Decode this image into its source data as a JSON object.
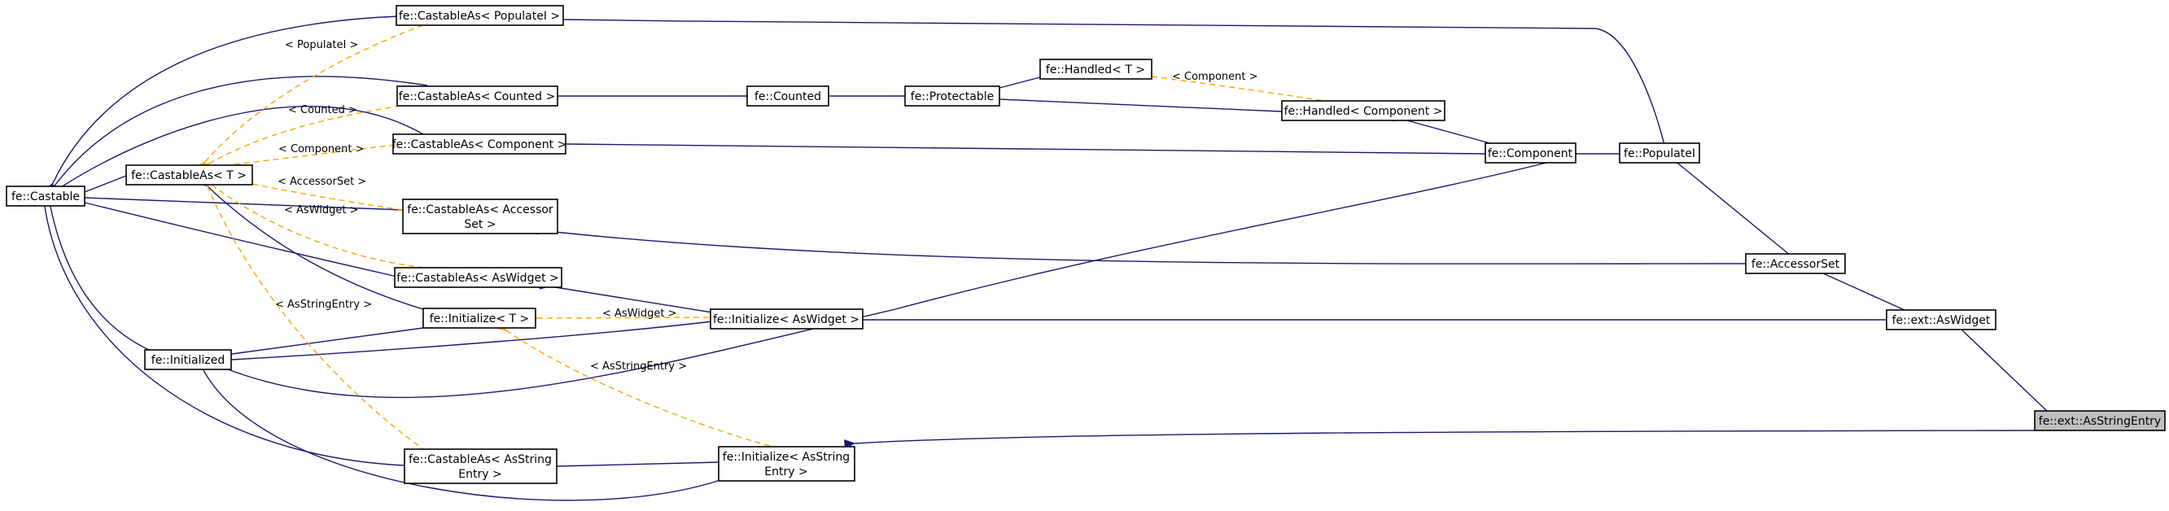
{
  "colors": {
    "inherit_edge": "#191970",
    "template_edge": "#ffa500",
    "highlight_fill": "#bfbfbf"
  },
  "nodes": {
    "castable": [
      "fe::Castable"
    ],
    "castable_t": [
      "fe::CastableAs< T >"
    ],
    "initialized": [
      "fe::Initialized"
    ],
    "castable_populatei": [
      "fe::CastableAs< PopulateI >"
    ],
    "castable_counted": [
      "fe::CastableAs< Counted >"
    ],
    "castable_component": [
      "fe::CastableAs< Component >"
    ],
    "castable_accessorset": [
      "fe::CastableAs< Accessor",
      "Set >"
    ],
    "castable_aswidget": [
      "fe::CastableAs< AsWidget >"
    ],
    "initialize_t": [
      "fe::Initialize< T >"
    ],
    "castable_asstringentry": [
      "fe::CastableAs< AsString",
      "Entry >"
    ],
    "counted": [
      "fe::Counted"
    ],
    "initialize_aswidget": [
      "fe::Initialize< AsWidget >"
    ],
    "initialize_asstringentry": [
      "fe::Initialize< AsString",
      "Entry >"
    ],
    "protectable": [
      "fe::Protectable"
    ],
    "handled_t": [
      "fe::Handled< T >"
    ],
    "handled_component": [
      "fe::Handled< Component >"
    ],
    "component": [
      "fe::Component"
    ],
    "populatei": [
      "fe::PopulateI"
    ],
    "accessorset": [
      "fe::AccessorSet"
    ],
    "aswidget": [
      "fe::ext::AsWidget"
    ],
    "asstringentry": [
      "fe::ext::AsStringEntry"
    ]
  },
  "edge_labels": {
    "populatei": "< PopulateI >",
    "counted": "< Counted >",
    "component": "< Component >",
    "accessorset": "< AccessorSet >",
    "aswidget_castable": "< AsWidget >",
    "asstringentry_castable": "< AsStringEntry >",
    "aswidget_initialize": "< AsWidget >",
    "asstringentry_initialize": "< AsStringEntry >",
    "handled_component": "< Component >"
  }
}
